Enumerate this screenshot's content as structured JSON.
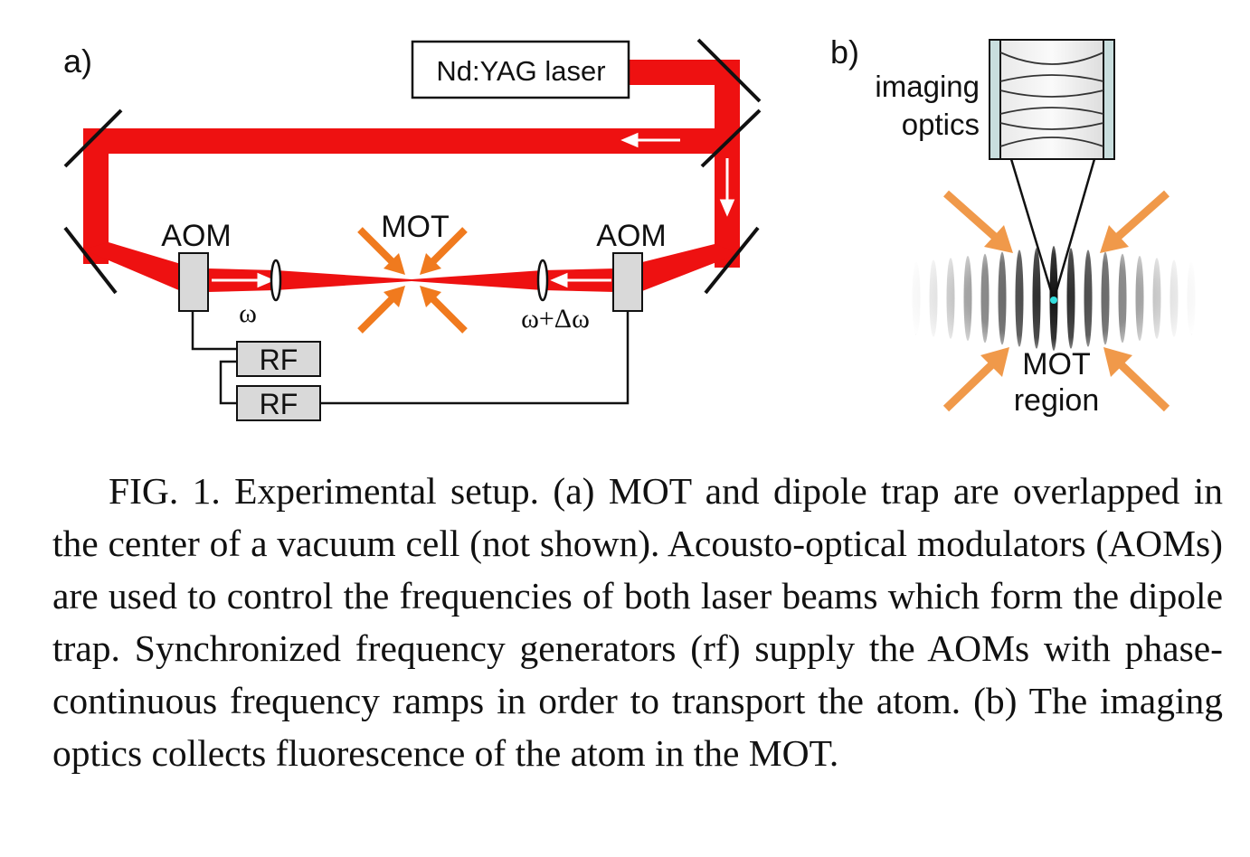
{
  "figure": {
    "panel_a": {
      "label": "a)",
      "laser_label": "Nd:YAG laser",
      "aom_left_label": "AOM",
      "aom_right_label": "AOM",
      "mot_label": "MOT",
      "omega_left": "ω",
      "omega_right": "ω+Δω",
      "rf_top_label": "RF",
      "rf_bottom_label": "RF"
    },
    "panel_b": {
      "label": "b)",
      "imaging_line1": "imaging",
      "imaging_line2": "optics",
      "mot_region_line1": "MOT",
      "mot_region_line2": "region"
    },
    "colors": {
      "laser_beam": "#ee1111",
      "mot_arrows": "#f07a1e",
      "panel_b_arrows": "#f0994a",
      "atom": "#33dddd"
    }
  },
  "caption": {
    "text": "FIG. 1. Experimental setup. (a) MOT and dipole trap are overlapped in the center of a vacuum cell (not shown). Acousto-optical modulators (AOMs) are used to control the frequencies of both laser beams which form the dipole trap. Synchronized frequency generators (rf) supply the AOMs with phase-continuous frequency ramps in order to transport the atom. (b) The imaging optics collects fluorescence of the atom in the MOT."
  }
}
